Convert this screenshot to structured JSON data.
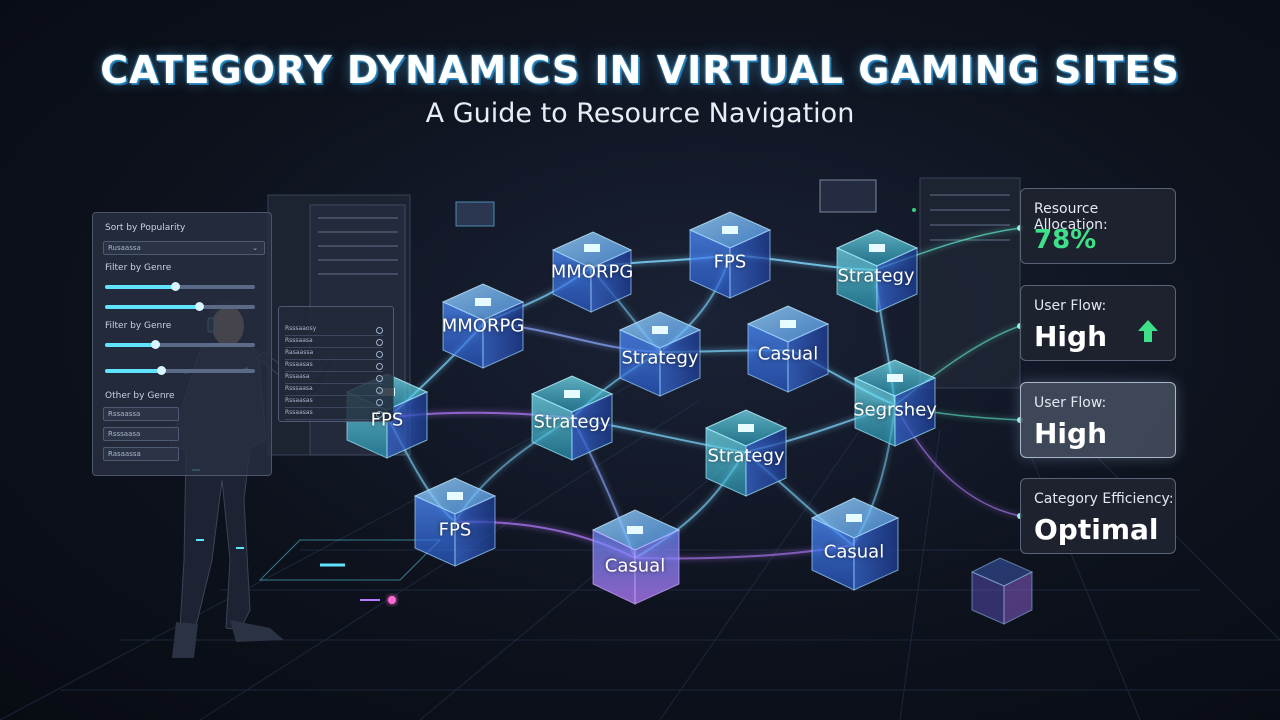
{
  "header": {
    "title": "CATEGORY DYNAMICS IN VIRTUAL GAMING SITES",
    "subtitle": "A Guide to Resource Navigation"
  },
  "left_panel": {
    "sort_label": "Sort by Popularity",
    "sort_value": "Rusaassa",
    "filter1_label": "Filter by Genre",
    "filter2_label": "Filter by Genre",
    "other_label": "Other by Genre",
    "other_values": [
      "Rssaassa",
      "Rsssaasa",
      "Rasaassa"
    ]
  },
  "list_panel": {
    "rows": [
      "Rsssaaosy",
      "Rsssaasa",
      "Rasaassa",
      "Rssaasas",
      "Rssaasa",
      "Rsssaasa",
      "Rssaasas",
      "Rssaasas"
    ]
  },
  "cubes": [
    {
      "id": "mmorpg-top",
      "label": "MMORPG"
    },
    {
      "id": "fps-top",
      "label": "FPS"
    },
    {
      "id": "strategy-top",
      "label": "Strategy"
    },
    {
      "id": "mmorpg-mid",
      "label": "MMORPG"
    },
    {
      "id": "strategy-mid",
      "label": "Strategy"
    },
    {
      "id": "casual-mid",
      "label": "Casual"
    },
    {
      "id": "segrshey",
      "label": "Segrshey"
    },
    {
      "id": "fps-left",
      "label": "FPS"
    },
    {
      "id": "strategy-center",
      "label": "Strategy"
    },
    {
      "id": "strategy-right",
      "label": "Strategy"
    },
    {
      "id": "fps-bottom",
      "label": "FPS"
    },
    {
      "id": "casual-bottom",
      "label": "Casual"
    },
    {
      "id": "casual-right",
      "label": "Casual"
    }
  ],
  "stats": [
    {
      "label": "Resource Allocation:",
      "value": "78%"
    },
    {
      "label": "User Flow:",
      "value": "High"
    },
    {
      "label": "User Flow:",
      "value": "High"
    },
    {
      "label": "Category Efficiency:",
      "value": "Optimal"
    }
  ],
  "colors": {
    "accent_cyan": "#5fe3ff",
    "accent_green": "#3fe08a",
    "accent_violet": "#b77bff",
    "background": "#0d121d"
  }
}
